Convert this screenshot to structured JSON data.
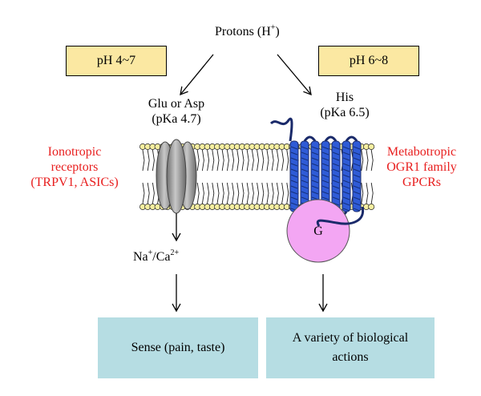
{
  "top": {
    "protons": "Protons (H",
    "protons_sup": "+",
    "protons_end": ")"
  },
  "left": {
    "ph_range": "pH 4~7",
    "site_line1": "Glu or Asp",
    "site_line2": "(pKa 4.7)",
    "receptor_line1": "Ionotropic",
    "receptor_line2": "receptors",
    "receptor_line3": "(TRPV1, ASICs)",
    "ion_na": "Na",
    "ion_na_sup": "+",
    "ion_ca": "/Ca",
    "ion_ca_sup": "2+",
    "outcome": "Sense (pain, taste)"
  },
  "right": {
    "ph_range": "pH 6~8",
    "site_line1": "His",
    "site_line2": "(pKa 6.5)",
    "receptor_line1": "Metabotropic",
    "receptor_line2": "OGR1 family",
    "receptor_line3": "GPCRs",
    "g_protein": "G",
    "outcome_line1": "A variety of biological",
    "outcome_line2": "actions"
  },
  "colors": {
    "receptor_text": "#e81e1e",
    "ph_box_fill": "#fbe8a2",
    "outcome_box_fill": "#b6dde3",
    "gpcr_blue": "#2f5bd6",
    "g_protein_fill": "#f3a6f3",
    "lipid_head": "#f5eea0",
    "channel_gray": "#9a9a9a"
  }
}
